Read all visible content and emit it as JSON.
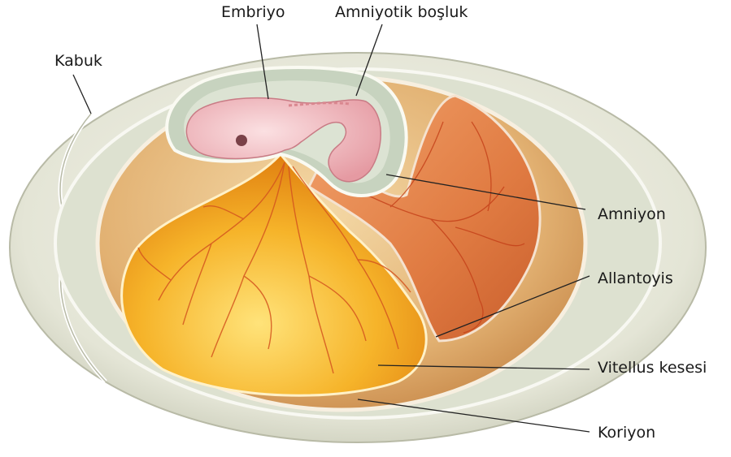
{
  "labels": {
    "embryo": "Embriyo",
    "amniotic_cavity": "Amniyotik boşluk",
    "shell": "Kabuk",
    "amnion": "Amniyon",
    "allantois": "Allantoyis",
    "yolk_sac": "Vitellus kesesi",
    "chorion": "Koriyon"
  },
  "colors": {
    "shell": "#e6e6da",
    "albumen": "#d7dccb",
    "chorion_fill": "#e2b075",
    "yolk": "#f2a21a",
    "yolk_light": "#ffd35c",
    "allantois": "#e3874c",
    "amnion": "#cbd6c4",
    "embryo": "#eeb6bb",
    "vessel": "#cc4a1f"
  }
}
